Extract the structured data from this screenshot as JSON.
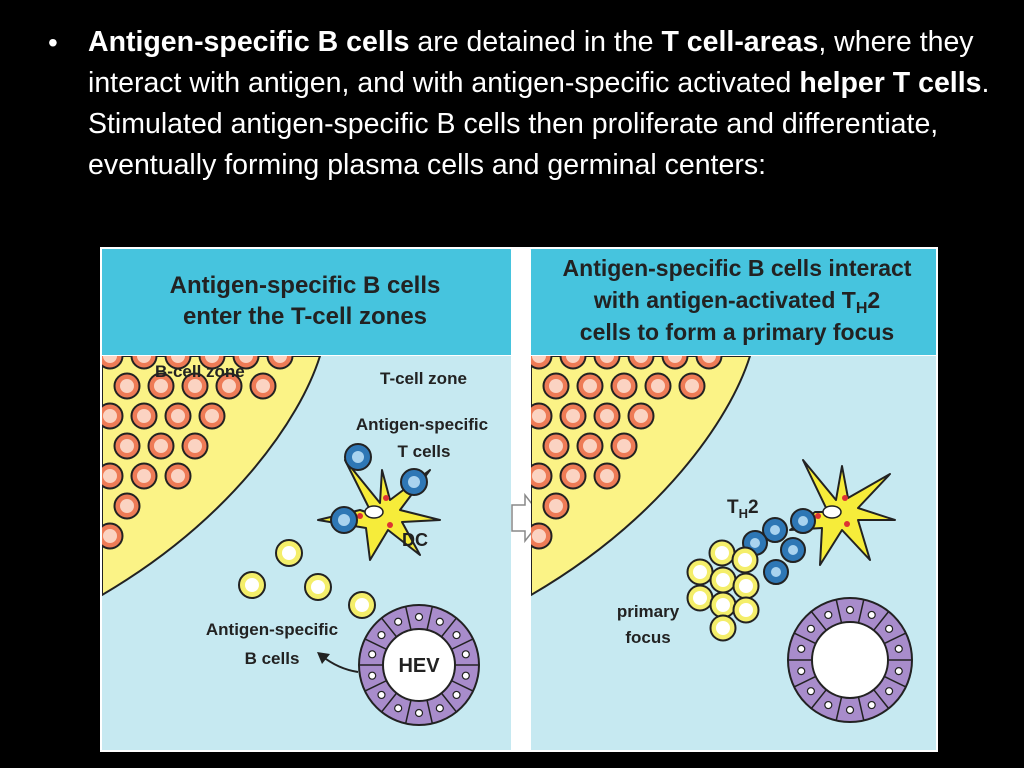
{
  "slide": {
    "bullet": {
      "p1_bold": "Antigen-specific B cells",
      "p2": " are detained in the ",
      "p3_bold": "T cell-areas",
      "p4": ", where they interact with antigen, and with antigen-specific activated ",
      "p5_bold": "helper T cells",
      "p6": ".  Stimulated antigen-specific B cells then proliferate and differentiate, eventually forming plasma cells and germinal centers:"
    }
  },
  "figure": {
    "left_panel": {
      "header_line1": "Antigen-specific B cells",
      "header_line2": "enter the T-cell zones",
      "label_bcell_zone": "B-cell zone",
      "label_tcell_zone": "T-cell zone",
      "label_tcells_line1": "Antigen-specific",
      "label_tcells_line2": "T cells",
      "label_dc": "DC",
      "label_bcells_line1": "Antigen-specific",
      "label_bcells_line2": "B cells",
      "label_hev": "HEV"
    },
    "right_panel": {
      "header_line1": "Antigen-specific B cells interact",
      "header_line2_a": "with antigen-activated T",
      "header_line2_sub": "H",
      "header_line2_b": "2",
      "header_line3": "cells to form a primary focus",
      "label_th2_t": "T",
      "label_th2_sub": "H",
      "label_th2_2": "2",
      "label_focus_line1": "primary",
      "label_focus_line2": "focus"
    },
    "colors": {
      "header_bg": "#46c4de",
      "tissue_bg": "#c6e9f1",
      "bzone": "#fbf386",
      "bcell_outer": "#ee7b56",
      "bcell_inner": "#fbd3c2",
      "tcell": "#2e77b5",
      "dc": "#f6ec3a",
      "antigen_bcell": "#f4ee6a",
      "hev": "#a88ccb"
    }
  }
}
